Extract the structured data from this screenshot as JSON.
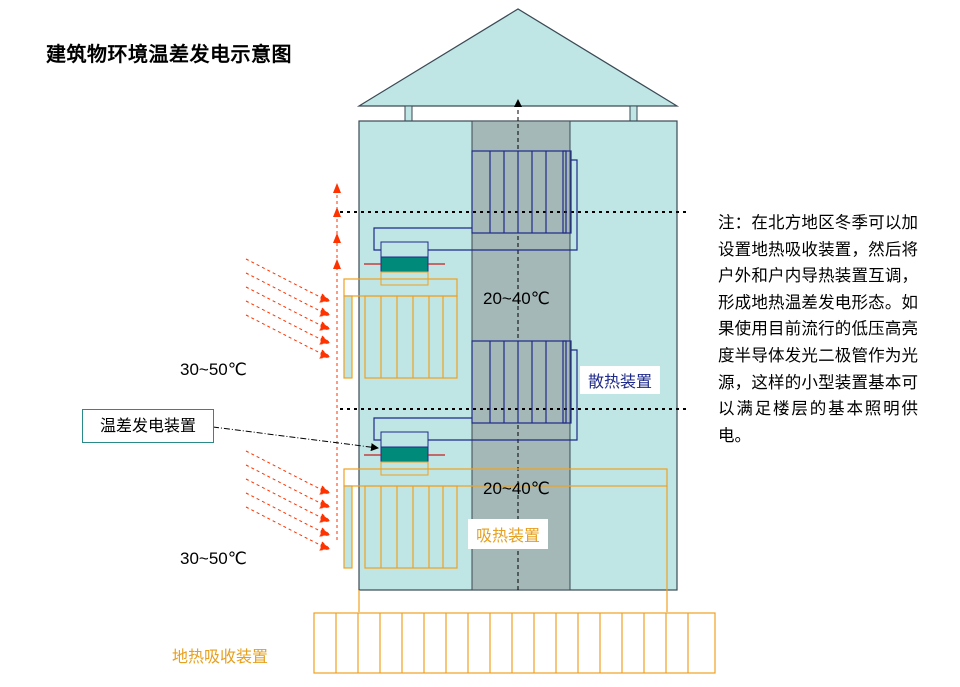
{
  "title": "建筑物环境温差发电示意图",
  "labels": {
    "temp_inner_upper": "20~40℃",
    "temp_inner_lower": "20~40℃",
    "temp_outer_upper": "30~50℃",
    "temp_outer_lower": "30~50℃",
    "teg_device": "温差发电装置",
    "heat_dissipation": "散热装置",
    "heat_absorption": "吸热装置",
    "geothermal_absorption": "地热吸收装置"
  },
  "note": "注：在北方地区冬季可以加设置地热吸收装置，然后将户外和户内导热装置互调，形成地热温差发电形态。如果使用目前流行的低压高亮度半导体发光二极管作为光源，这样的小型装置基本可以满足楼层的基本照明供电。",
  "colors": {
    "building": "#bfe5e5",
    "shaft": "#a5b8b8",
    "roof": "#bfe5e5",
    "dissipator_line": "#1e2a8a",
    "absorber_line": "#f0a020",
    "teg_fill": "#008a7a",
    "heat_arrow": "#ff3300",
    "geo_label": "#e6a020",
    "absorb_label": "#e6a020",
    "dissipate_label": "#1e2a8a",
    "label_box_border": "#2a8a8a"
  }
}
